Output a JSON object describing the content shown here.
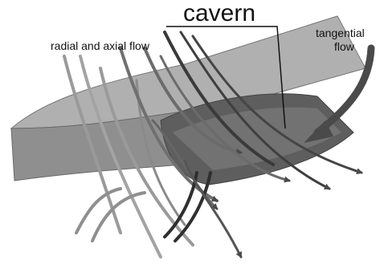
{
  "labels": {
    "cavern": "cavern",
    "radial_axial": "radial and axial flow",
    "tangential_line1": "tangential",
    "tangential_line2": "flow"
  },
  "colors": {
    "background": "#ffffff",
    "block_front": "#8f8f8f",
    "block_top": "#a9a9a9",
    "block_top_edge": "#6f6f6f",
    "cavern_shadow": "#5e5e5e",
    "stream_light": "#9a9a9a",
    "stream_mid": "#6b6b6b",
    "stream_dark": "#3a3a3a",
    "tangential_arrow": "#4a4a4a",
    "label_text": "#111111"
  }
}
